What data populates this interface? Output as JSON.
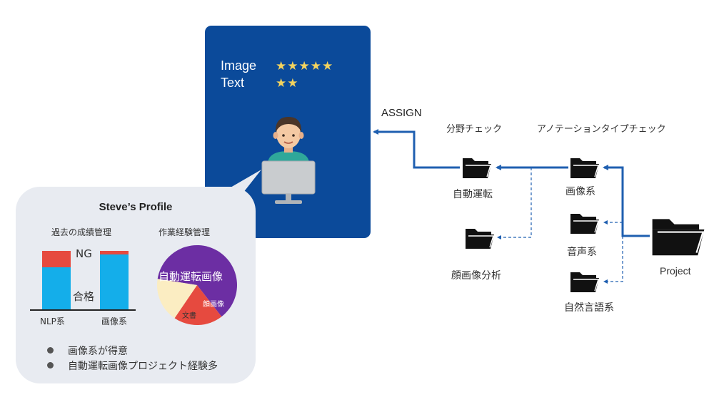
{
  "card": {
    "rows": [
      {
        "label": "Image",
        "stars": "★★★★★",
        "rating": 5
      },
      {
        "label": "Text",
        "stars": "★★",
        "rating": 2
      }
    ]
  },
  "profile": {
    "title": "Steve’s Profile",
    "grades_title": "過去の成績管理",
    "experience_title": "作業経験管理",
    "ng_label": "NG",
    "pass_label": "合格",
    "bars": [
      {
        "label": "NLP系",
        "ng_share": 0.28
      },
      {
        "label": "画像系",
        "ng_share": 0.06
      }
    ],
    "pie": [
      {
        "label": "自動運転画像",
        "share": 0.62,
        "color": "#6c2ea3"
      },
      {
        "label": "顔画像",
        "share": 0.2,
        "color": "#e64a3f"
      },
      {
        "label": "文書",
        "share": 0.18,
        "color": "#fbedc2"
      }
    ],
    "bullets": [
      "画像系が得意",
      "自動運転画像プロジェクト経験多"
    ]
  },
  "flow": {
    "assign_label": "ASSIGN",
    "field_check_label": "分野チェック",
    "annotation_check_label": "アノテーションタイプチェック",
    "folders": {
      "autodrive": "自動運転",
      "face": "顔画像分析",
      "image": "画像系",
      "audio": "音声系",
      "nlp": "自然言語系",
      "project": "Project"
    }
  },
  "colors": {
    "card_blue": "#0b4a9a",
    "arrow_blue": "#1f5fb0",
    "bar_blue": "#14aeea",
    "bar_red": "#e64a3f"
  }
}
